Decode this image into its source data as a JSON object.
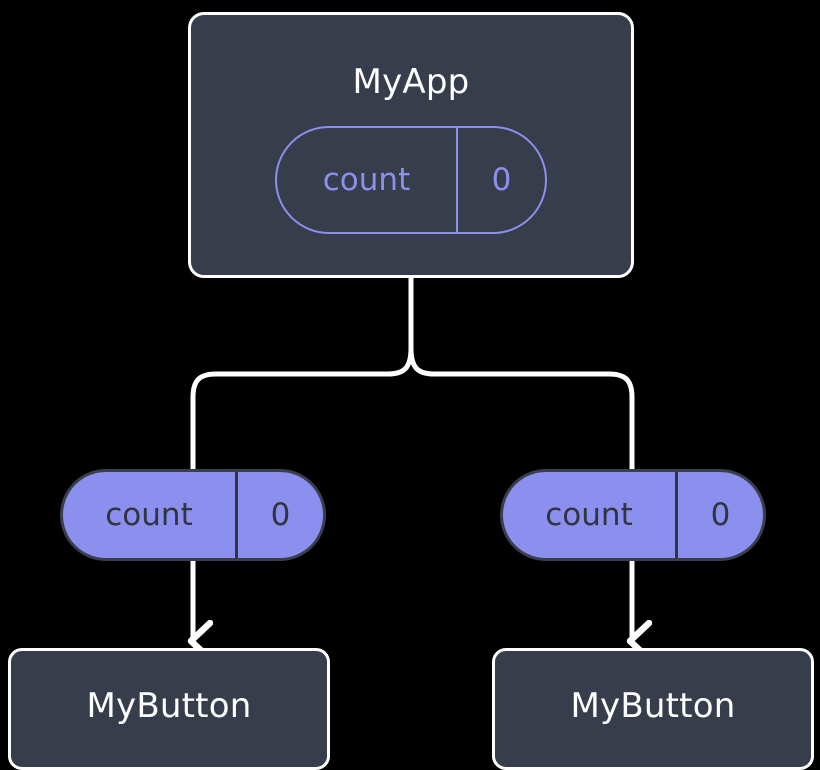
{
  "diagram": {
    "type": "component-tree",
    "background_color": "#000000",
    "palette": {
      "box_fill": "#373d4b",
      "box_border": "#ffffff",
      "pill_accent": "#8b8fee",
      "pill_text_dark": "#31353f",
      "wire": "#ffffff"
    },
    "root": {
      "label": "MyApp",
      "state_pill": {
        "key": "count",
        "value": "0",
        "style": "outlined"
      }
    },
    "children": [
      {
        "prop_pill": {
          "key": "count",
          "value": "0",
          "style": "filled"
        },
        "label": "MyButton"
      },
      {
        "prop_pill": {
          "key": "count",
          "value": "0",
          "style": "filled"
        },
        "label": "MyButton"
      }
    ],
    "connectors": {
      "root_to_branches": "vertical-then-split",
      "pill_to_button": "down-arrow"
    }
  }
}
